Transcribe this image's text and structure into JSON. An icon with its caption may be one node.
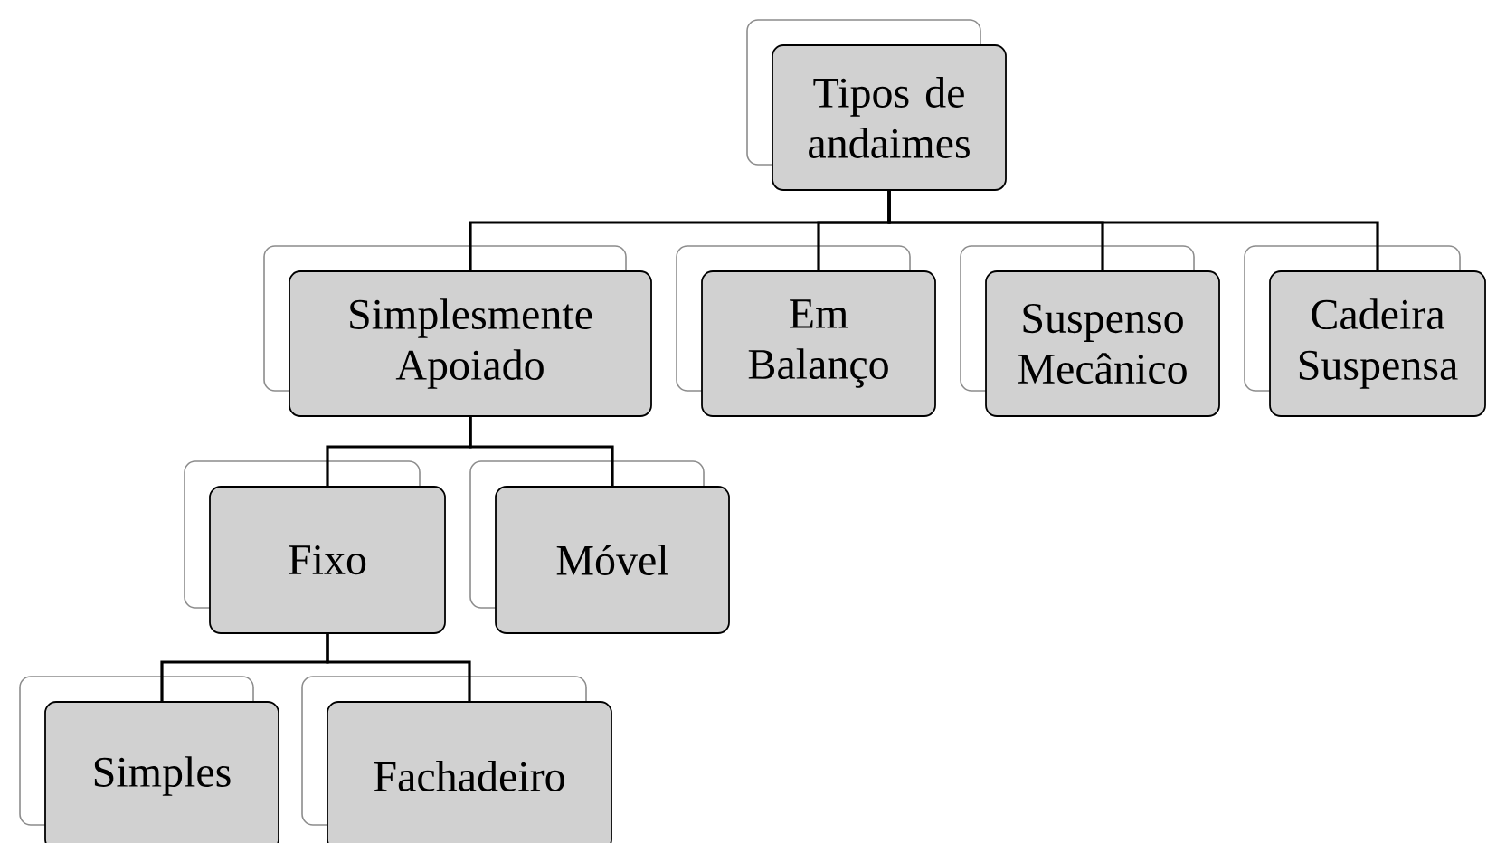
{
  "diagram": {
    "nodes": [
      {
        "text": [
          "Tipos de andaimes"
        ]
      },
      {
        "text": [
          "Simplesmente Apoiado"
        ]
      },
      {
        "text": [
          "Em Balanço"
        ]
      },
      {
        "text": [
          "Suspenso Mecânico"
        ]
      },
      {
        "text": [
          "Cadeira Suspensa"
        ]
      },
      {
        "text": [
          "Fixo"
        ]
      },
      {
        "text": [
          "Móvel"
        ]
      },
      {
        "text": [
          "Simples"
        ]
      },
      {
        "text": [
          "Fachadeiro"
        ]
      }
    ],
    "edges": [
      {
        "from": 0,
        "to": 1,
        "arrow": "none"
      },
      {
        "from": 0,
        "to": 2,
        "arrow": "none"
      },
      {
        "from": 0,
        "to": 3,
        "arrow": "none"
      },
      {
        "from": 0,
        "to": 4,
        "arrow": "none"
      },
      {
        "from": 1,
        "to": 5,
        "arrow": "none"
      },
      {
        "from": 1,
        "to": 6,
        "arrow": "none"
      },
      {
        "from": 5,
        "to": 7,
        "arrow": "none"
      },
      {
        "from": 5,
        "to": 8,
        "arrow": "none"
      }
    ]
  }
}
